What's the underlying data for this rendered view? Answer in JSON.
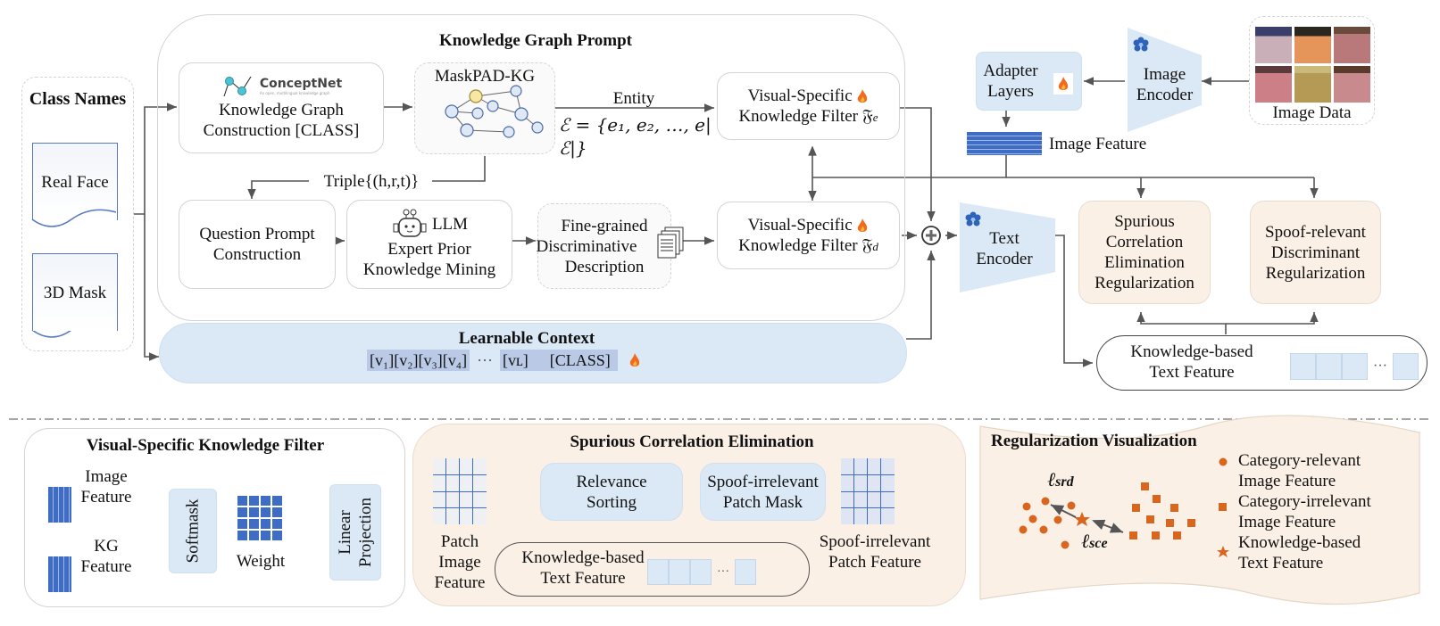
{
  "title": "Knowledge Graph Prompt",
  "class_names": {
    "title": "Class Names",
    "items": [
      "Real Face",
      "3D Mask"
    ]
  },
  "kg_construction": {
    "logo_name": "ConceptNet",
    "logo_tagline": "An open, multilingual knowledge graph",
    "label_line1": "Knowledge Graph",
    "label_line2": "Construction [CLASS]"
  },
  "maskpad_kg": {
    "label": "MaskPAD-KG"
  },
  "entity": {
    "label": "Entity",
    "formula": "ℰ = {e₁, e₂, …, e|ℰ|}"
  },
  "triple": {
    "label": "Triple{(h,r,t)}"
  },
  "question_prompt": {
    "line1": "Question Prompt",
    "line2": "Construction"
  },
  "llm": {
    "line1": "LLM",
    "line2": "Expert Prior",
    "line3": "Knowledge Mining"
  },
  "fine_grained": {
    "line1": "Fine-grained",
    "line2": "Discriminative",
    "line3": "Description"
  },
  "vskf_e": {
    "line1": "Visual-Specific",
    "line2": "Knowledge Filter",
    "symbol": "𝔉",
    "sub": "e"
  },
  "vskf_d": {
    "line1": "Visual-Specific",
    "line2": "Knowledge Filter",
    "symbol": "𝔉",
    "sub": "d"
  },
  "learnable_context": {
    "title": "Learnable Context",
    "tokens": [
      "[v₁]",
      "[v₂]",
      "[v₃]",
      "[v₄]"
    ],
    "ellipsis": "···",
    "last_token": "[vʟ]",
    "class_token": "[CLASS]"
  },
  "image_data": {
    "label": "Image Data",
    "face_count": 6
  },
  "image_encoder": {
    "line1": "Image",
    "line2": "Encoder"
  },
  "adapter": {
    "line1": "Adapter",
    "line2": "Layers"
  },
  "image_feature": {
    "label": "Image Feature"
  },
  "text_encoder": {
    "line1": "Text",
    "line2": "Encoder"
  },
  "sce_reg": {
    "line1": "Spurious",
    "line2": "Correlation",
    "line3": "Elimination",
    "line4": "Regularization"
  },
  "srd_reg": {
    "line1": "Spoof-relevant",
    "line2": "Discriminant",
    "line3": "Regularization"
  },
  "kb_text_feature": {
    "line1": "Knowledge-based",
    "line2": "Text Feature",
    "ellipsis": "···"
  },
  "vskf_detail": {
    "title": "Visual-Specific Knowledge Filter",
    "image_feature": [
      "Image",
      "Feature"
    ],
    "kg_feature": [
      "KG",
      "Feature"
    ],
    "softmask": "Softmask",
    "weight": "Weight",
    "linear_projection": [
      "Linear",
      "Projection"
    ]
  },
  "sce_detail": {
    "title": "Spurious Correlation Elimination",
    "patch_feature": [
      "Patch",
      "Image",
      "Feature"
    ],
    "relevance": [
      "Relevance",
      "Sorting"
    ],
    "patch_mask": [
      "Spoof-irrelevant",
      "Patch Mask"
    ],
    "output": [
      "Spoof-irrelevant",
      "Patch Feature"
    ],
    "kb_text": [
      "Knowledge-based",
      "Text Feature"
    ],
    "ellipsis": "···"
  },
  "reg_vis": {
    "title": "Regularization Visualization",
    "l_srd": "ℓ",
    "l_srd_sub": "srd",
    "l_sce": "ℓ",
    "l_sce_sub": "sce",
    "legend": [
      {
        "marker": "circle",
        "line1": "Category-relevant",
        "line2": "Image Feature"
      },
      {
        "marker": "square",
        "line1": "Category-irrelevant",
        "line2": "Image Feature"
      },
      {
        "marker": "star",
        "line1": "Knowledge-based",
        "line2": "Text Feature"
      }
    ]
  },
  "colors": {
    "accent_blue": "#3f6cc4",
    "light_blue": "#dbe8f5",
    "peach": "#fbf0e6",
    "orange": "#d9661f",
    "line": "#555555"
  }
}
